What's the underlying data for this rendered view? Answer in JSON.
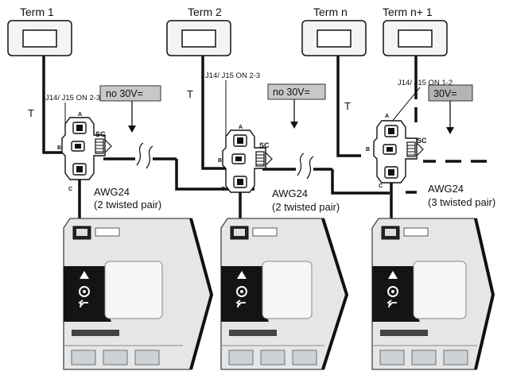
{
  "terminals": [
    {
      "label": "Term 1"
    },
    {
      "label": "Term 2"
    },
    {
      "label": "Term n"
    },
    {
      "label": "Term n+ 1"
    }
  ],
  "nodes": [
    {
      "jumper_label": "J14/ J15 ON  2-3",
      "power_tag": "no 30V=",
      "power_tag_fill": "#c8c8c8",
      "cable_label_1": "AWG24",
      "cable_label_2": "(2 twisted pair)"
    },
    {
      "jumper_label": "J14/ J15 ON  2-3",
      "power_tag": "no 30V=",
      "power_tag_fill": "#c8c8c8",
      "cable_label_1": "AWG24",
      "cable_label_2": "(2 twisted pair)"
    },
    {
      "jumper_label": "J14/ J15 ON  1-2",
      "power_tag": "30V=",
      "power_tag_fill": "#b4b4b4",
      "cable_label_1": "AWG24",
      "cable_label_2": "(3 twisted pair)"
    }
  ],
  "connector_labels": {
    "a": "A",
    "b": "B",
    "c": "C",
    "sc": "SC"
  },
  "line_label": "T",
  "colors": {
    "line": "#111111",
    "device": "#e4e6e8",
    "display": "#f4f6f8"
  }
}
